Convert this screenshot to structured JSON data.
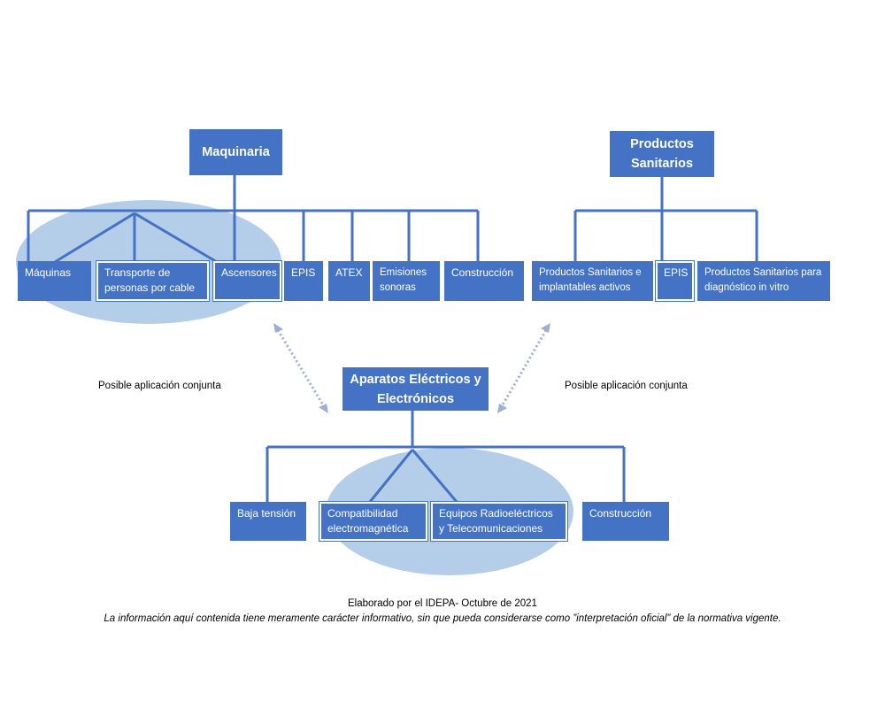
{
  "colors": {
    "box_fill": "#4472c4",
    "connector": "#4472c4",
    "ellipse_fill": "#b4cde9",
    "arrow": "#9aaed6"
  },
  "maquinaria": {
    "title": "Maquinaria",
    "children": {
      "maquinas": "Máquinas",
      "transporte": "Transporte de personas por cable",
      "ascensores": "Ascensores",
      "epis": "EPIS",
      "atex": "ATEX",
      "emisiones": "Emisiones sonoras",
      "construccion": "Construcción"
    }
  },
  "productos_sanitarios": {
    "title": "Productos Sanitarios",
    "children": {
      "implantables": "Productos Sanitarios e implantables activos",
      "epis": "EPIS",
      "diagnostico": "Productos Sanitarios para diagnóstico in vitro"
    }
  },
  "aparatos": {
    "title": "Aparatos Eléctricos y Electrónicos",
    "children": {
      "baja_tension": "Baja tensión",
      "compatibilidad": "Compatibilidad electromagnética",
      "radio": "Equipos Radioeléctricos y Telecomunicaciones",
      "construccion": "Construcción"
    }
  },
  "labels": {
    "joint_left": "Posible aplicación conjunta",
    "joint_right": "Posible aplicación conjunta"
  },
  "footer": {
    "credit": "Elaborado por el IDEPA- Octubre de 2021",
    "disclaimer": "La información aquí contenida tiene meramente carácter informativo, sin que pueda considerarse como ”interpretación oficial” de la normativa vigente."
  }
}
